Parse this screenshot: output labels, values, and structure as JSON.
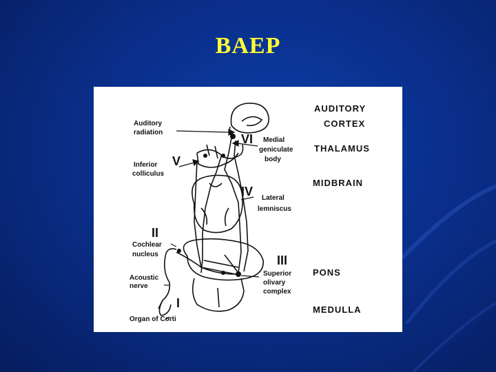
{
  "slide": {
    "title": "BAEP"
  },
  "diagram": {
    "regions": [
      "AUDITORY",
      "CORTEX",
      "THALAMUS",
      "MIDBRAIN",
      "PONS",
      "MEDULLA"
    ],
    "waves": [
      "VI",
      "V",
      "IV",
      "III",
      "II",
      "I"
    ],
    "structures": {
      "auditory_radiation": [
        "Auditory",
        "radiation"
      ],
      "medial_geniculate": [
        "Medial",
        "geniculate",
        "body"
      ],
      "inferior_colliculus": [
        "Inferior",
        "colliculus"
      ],
      "lateral_lemniscus": [
        "Lateral",
        "lemniscus"
      ],
      "cochlear_nucleus": [
        "Cochlear",
        "nucleus"
      ],
      "acoustic_nerve": [
        "Acoustic",
        "nerve"
      ],
      "superior_olivary": [
        "Superior",
        "olivary",
        "complex"
      ],
      "organ_of_corti": "Organ of Corti"
    }
  }
}
